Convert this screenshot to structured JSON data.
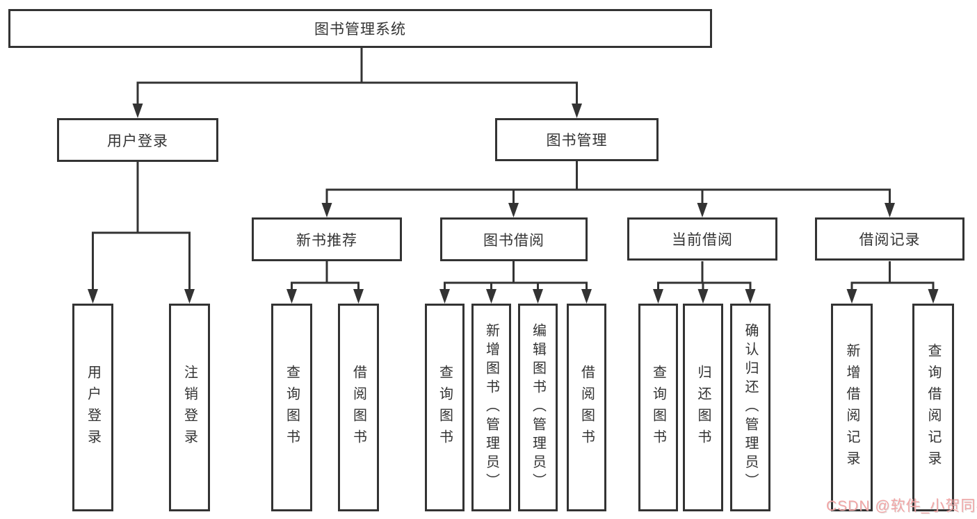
{
  "colors": {
    "line": "#333333",
    "box_bg": "#ffffff",
    "text": "#333333",
    "background": "#ffffff",
    "watermark": "#f2a6a6"
  },
  "tree": {
    "root": {
      "label": "图书管理系统"
    },
    "branches": [
      {
        "label": "用户登录",
        "children": [
          {
            "label": "用户登录"
          },
          {
            "label": "注销登录"
          }
        ]
      },
      {
        "label": "图书管理",
        "sections": [
          {
            "label": "新书推荐",
            "children": [
              {
                "label": "查询图书"
              },
              {
                "label": "借阅图书"
              }
            ]
          },
          {
            "label": "图书借阅",
            "children": [
              {
                "label": "查询图书"
              },
              {
                "label": "新增图书（管理员）"
              },
              {
                "label": "编辑图书（管理员）"
              },
              {
                "label": "借阅图书"
              }
            ]
          },
          {
            "label": "当前借阅",
            "children": [
              {
                "label": "查询图书"
              },
              {
                "label": "归还图书"
              },
              {
                "label": "确认归还（管理员）"
              }
            ]
          },
          {
            "label": "借阅记录",
            "children": [
              {
                "label": "新增借阅记录"
              },
              {
                "label": "查询借阅记录"
              }
            ]
          }
        ]
      }
    ]
  },
  "watermark": {
    "text": "CSDN @软件_小贺同学"
  }
}
